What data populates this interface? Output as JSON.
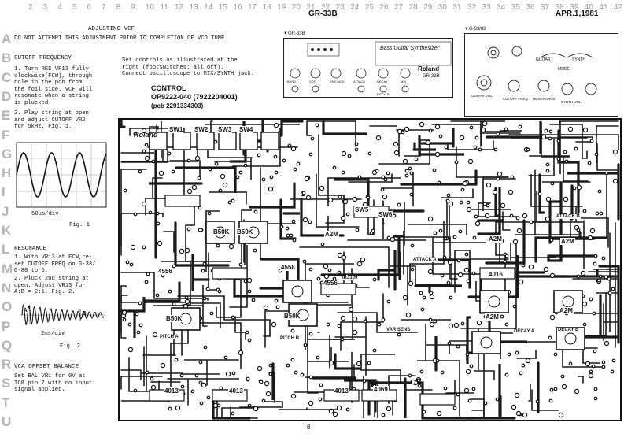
{
  "header": {
    "model": "GR-33B",
    "date": "APR.1,1981",
    "page_number": "8"
  },
  "grid": {
    "columns": [
      "2",
      "3",
      "4",
      "5",
      "6",
      "7",
      "8",
      "9",
      "10",
      "11",
      "12",
      "13",
      "14",
      "15",
      "16",
      "17",
      "18",
      "19",
      "20",
      "21",
      "22",
      "23",
      "24",
      "25",
      "26",
      "27",
      "28",
      "29",
      "30",
      "31",
      "32",
      "33",
      "34",
      "35",
      "36",
      "37",
      "38",
      "39",
      "40",
      "41",
      "42"
    ],
    "rows": [
      "A",
      "B",
      "C",
      "D",
      "E",
      "F",
      "G",
      "H",
      "I",
      "J",
      "K",
      "L",
      "M",
      "N",
      "O",
      "P",
      "Q",
      "R",
      "S",
      "T",
      "U"
    ]
  },
  "left_notes": {
    "title": "ADJUSTING VCF",
    "warning": "DO NOT ATTEMPT THIS ADJUSTMENT PRIOR TO COMPLETION OF VCO TUNE",
    "cutoff_heading": "CUTOFF FREQUENCY",
    "cutoff_step1": "1. Turn RES VR13 fully\nclockwise(FCW), through\nhole in the pcb from\nthe foil side. VCF will\nresonate when a string\nis plucked.",
    "cutoff_step2": "2. Play string at open\nand adjust CUTOFF VR2\nfor 5kHz. Fig. 1.",
    "scope1_label": "50μs/div",
    "fig1": "Fig. 1",
    "resonance_heading": "RESONANCE",
    "resonance_step1": "1. With VR13 at FCW,re-\nset CUTOFF FREQ on G-33/\nG-88 to 5.",
    "resonance_step2": "2. Pluck 2nd string at\nopen. Adjust VR13 for\nA:B = 2:1.   Fig. 2.",
    "scope2_a": "A",
    "scope2_b": "B",
    "scope2_label": "2ms/div",
    "fig2": "Fig. 2",
    "vca_heading": "VCA OFFSET BALANCE",
    "vca_text": "Set BAL VR1 for 0V at\nIC8 pin 7 with no input\nsignal applied."
  },
  "center_notes": {
    "set_controls": "Set controls as illustrated at the\nright (footswitches: all off).\nConnect oscilloscope to MIX/SYNTH jack.",
    "control_title": "CONTROL",
    "control_part": "OP9222-040  (7922204001)",
    "control_pcb": "(pcb 2291334303)"
  },
  "panel_gr33b": {
    "label": "▼GR-33B",
    "product": "Bass Guitar Synthesizer",
    "brand": "Roland",
    "model": "GR-33B",
    "labels": [
      "BEND",
      "VCF",
      "ENV MOD",
      "ATTACK",
      "DECAY",
      "MIX",
      "PITCH B"
    ]
  },
  "panel_g33": {
    "label": "▼G-33/88",
    "labels": [
      "GUITAR",
      "SYNTH",
      "MODE",
      "CUTOFF FREQ",
      "RESONANCE",
      "SYNTH VOL",
      "GUITAR VOL"
    ]
  },
  "board": {
    "brand_text": "Roland",
    "labels": [
      "B50K",
      "B50K",
      "A2M",
      "A2M",
      "A2M",
      "IR3109",
      "B50K",
      "B50K",
      "A2M",
      "A2M",
      "4016",
      "4556",
      "4556",
      "4013",
      "4013",
      "4013",
      "4069",
      "4558",
      "VAR SENS",
      "ATTACK A",
      "ATTACK B",
      "DECAY B",
      "PITCH A",
      "PITCH B",
      "DECAY A",
      "SW1",
      "SW2",
      "SW3",
      "SW4",
      "SW5",
      "SW6"
    ]
  }
}
